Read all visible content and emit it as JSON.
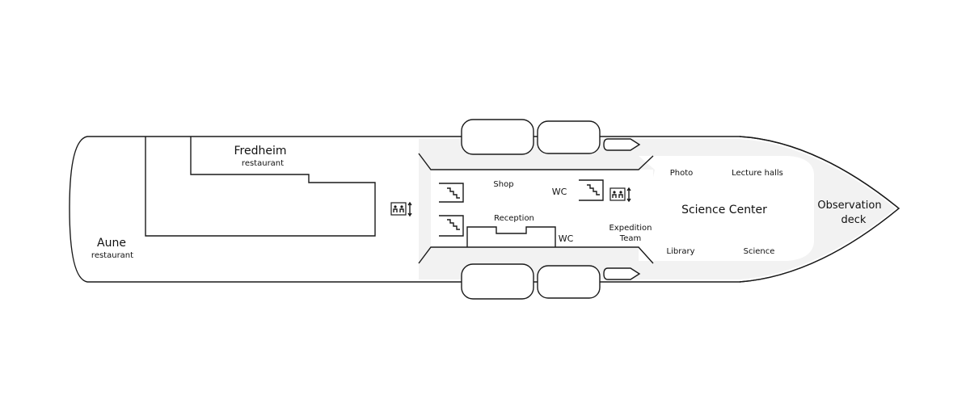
{
  "colors": {
    "outline": "#1a1a1a",
    "deck_fill": "#f2f2f2",
    "background": "#ffffff",
    "text": "#111111"
  },
  "labels": {
    "fredheim": "Fredheim",
    "fredheim_sub": "restaurant",
    "aune": "Aune",
    "aune_sub": "restaurant",
    "shop": "Shop",
    "wc_1": "WC",
    "wc_2": "WC",
    "reception": "Reception",
    "expedition_1": "Expedition",
    "expedition_2": "Team",
    "photo": "Photo",
    "lecture_halls": "Lecture halls",
    "science_center": "Science Center",
    "library": "Library",
    "science": "Science",
    "observation_1": "Observation",
    "observation_2": "deck"
  },
  "icons": {
    "stairs": "stairs-icon",
    "elevator": "elevator-icon"
  }
}
